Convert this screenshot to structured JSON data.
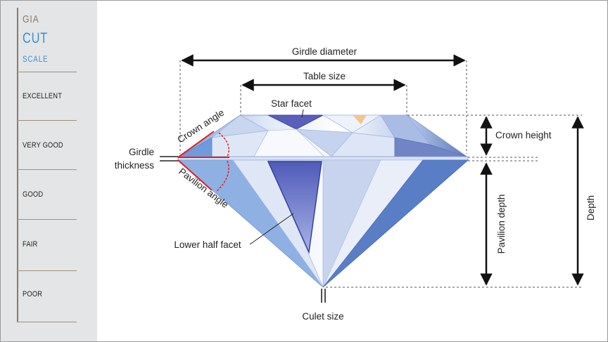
{
  "sidebar": {
    "brand": {
      "gia": "GIA",
      "cut": "CUT",
      "scale": "SCALE"
    },
    "grades": [
      "EXCELLENT",
      "VERY GOOD",
      "GOOD",
      "FAIR",
      "POOR"
    ]
  },
  "labels": {
    "girdle_diameter": "Girdle diameter",
    "table_size": "Table size",
    "star_facet": "Star facet",
    "crown_angle": "Crown angle",
    "crown_height": "Crown height",
    "girdle_thickness_line1": "Girdle",
    "girdle_thickness_line2": "thickness",
    "pavilion_angle": "Pavilion angle",
    "pavilion_depth": "Pavilion depth",
    "depth": "Depth",
    "lower_half_facet": "Lower half facet",
    "culet_size": "Culet size"
  },
  "colors": {
    "accent_red": "#e02020",
    "brand_blue": "#3b8fd0",
    "facet_dark_blue": "#5050b0"
  }
}
